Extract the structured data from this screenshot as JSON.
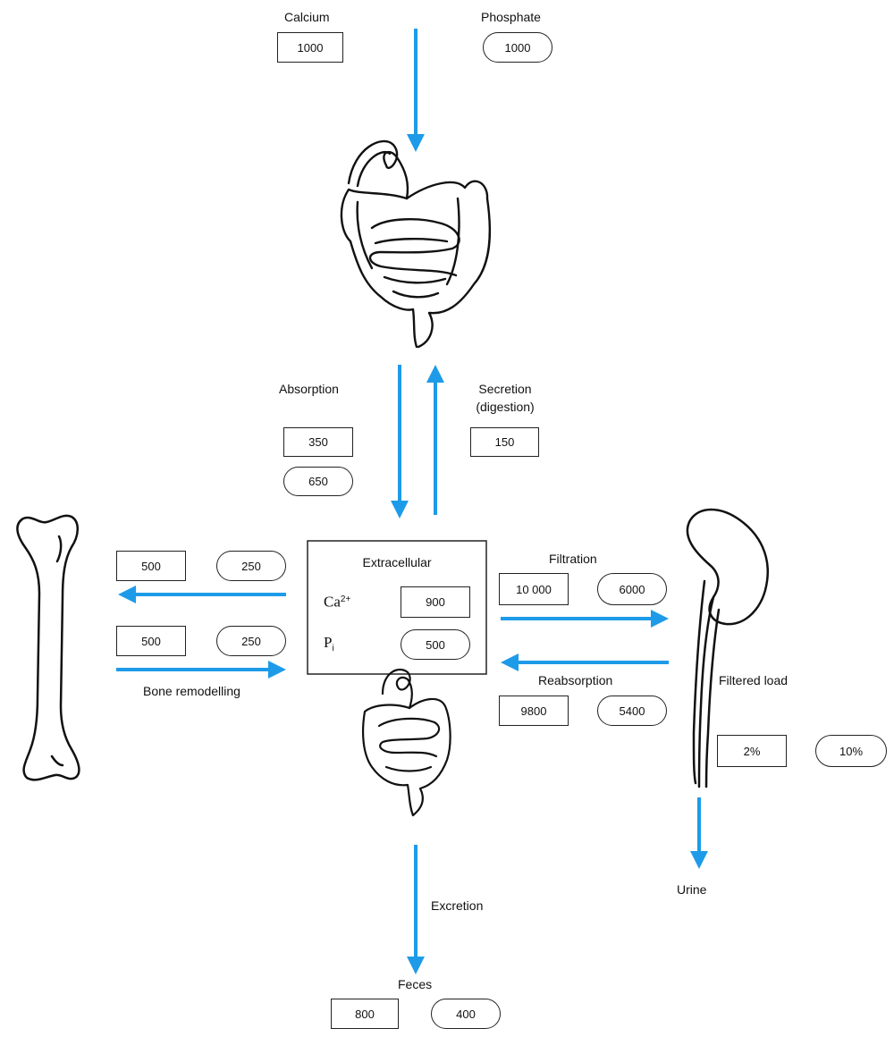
{
  "legend": {
    "calcium": "Calcium",
    "phosphate": "Phosphate"
  },
  "intake": {
    "calcium": "1000",
    "phosphate": "1000"
  },
  "gut": {
    "absorption_label": "Absorption",
    "absorption_calcium": "350",
    "absorption_phosphate": "650",
    "secretion_label": "Secretion",
    "secretion_sub": "(digestion)",
    "secretion_calcium": "150"
  },
  "extracellular": {
    "title": "Extracellular",
    "ca_symbol": "Ca",
    "ca_superscript": "2+",
    "ca_value": "900",
    "pi_symbol": "P",
    "pi_subscript": "i",
    "pi_value": "500"
  },
  "bone": {
    "to_bone_calcium": "500",
    "to_bone_phosphate": "250",
    "from_bone_calcium": "500",
    "from_bone_phosphate": "250",
    "label": "Bone remodelling"
  },
  "kidney": {
    "filtration_label": "Filtration",
    "filtration_calcium": "10 000",
    "filtration_phosphate": "6000",
    "reabsorption_label": "Reabsorption",
    "reabsorption_calcium": "9800",
    "reabsorption_phosphate": "5400",
    "filtered_load_label": "Filtered load",
    "filtered_load_calcium": "2%",
    "filtered_load_phosphate": "10%",
    "urine_label": "Urine"
  },
  "excretion": {
    "label": "Excretion",
    "feces_label": "Feces",
    "feces_calcium": "800",
    "feces_phosphate": "400"
  },
  "colors": {
    "arrow": "#1e9be8",
    "line": "#222222"
  },
  "icons": [
    "intestine-icon",
    "small-intestine-icon",
    "femur-icon",
    "kidney-icon"
  ]
}
